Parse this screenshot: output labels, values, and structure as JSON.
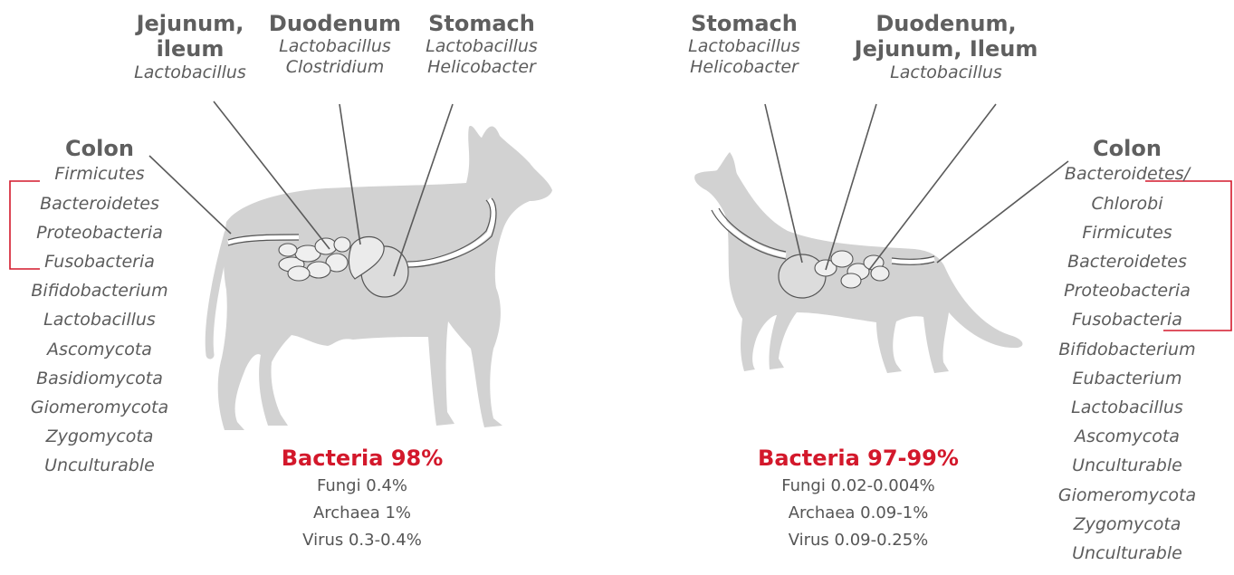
{
  "colors": {
    "silhouette": "#d2d2d2",
    "organ": "#dcdcdc",
    "line": "#5a5a5a",
    "accent_red": "#d3182b",
    "text": "#5c5c5c"
  },
  "dog": {
    "jejunum_ileum": {
      "title_line1": "Jejunum,",
      "title_line2": "ileum",
      "genera": [
        "Lactobacillus"
      ]
    },
    "duodenum": {
      "title": "Duodenum",
      "genera": [
        "Lactobacillus",
        "Clostridium"
      ]
    },
    "stomach": {
      "title": "Stomach",
      "genera": [
        "Lactobacillus",
        "Helicobacter"
      ]
    },
    "colon": {
      "title": "Colon",
      "taxa": [
        "Firmicutes",
        "Bacteroidetes",
        "Proteobacteria",
        "Fusobacteria",
        "Bifidobacterium",
        "Lactobacillus",
        "Ascomycota",
        "Basidiomycota",
        "Giomeromycota",
        "Zygomycota",
        "Unculturable"
      ]
    },
    "composition": {
      "bacteria": "Bacteria 98%",
      "fungi": "Fungi 0.4%",
      "archaea": "Archaea 1%",
      "virus": "Virus 0.3-0.4%"
    }
  },
  "cat": {
    "stomach": {
      "title": "Stomach",
      "genera": [
        "Lactobacillus",
        "Helicobacter"
      ]
    },
    "duodenum_jejunum_ileum": {
      "title_line1": "Duodenum,",
      "title_line2": "Jejunum, Ileum",
      "genera": [
        "Lactobacillus"
      ]
    },
    "colon": {
      "title": "Colon",
      "taxa": [
        "Bacteroidetes/",
        "Chlorobi",
        "Firmicutes",
        "Bacteroidetes",
        "Proteobacteria",
        "Fusobacteria",
        "Bifidobacterium",
        "Eubacterium",
        "Lactobacillus",
        "Ascomycota",
        "Unculturable",
        "Giomeromycota",
        "Zygomycota",
        "Unculturable"
      ]
    },
    "composition": {
      "bacteria": "Bacteria 97-99%",
      "fungi": "Fungi 0.02-0.004%",
      "archaea": "Archaea 0.09-1%",
      "virus": "Virus 0.09-0.25%"
    }
  }
}
